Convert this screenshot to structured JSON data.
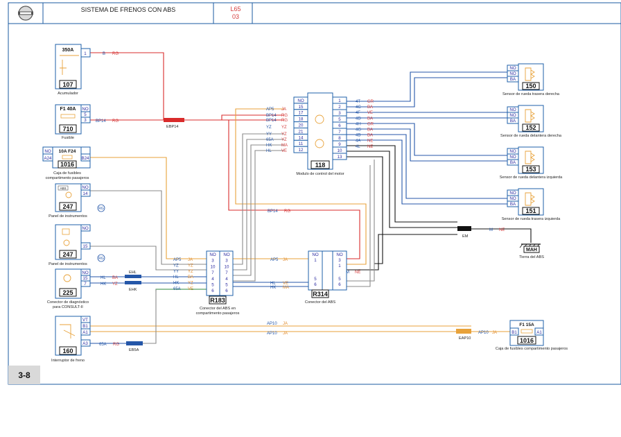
{
  "header": {
    "title": "SISTEMA DE FRENOS CON ABS",
    "code_line1": "L65",
    "code_line2": "03",
    "page_number": "3-8"
  },
  "colors": {
    "frame": "#1a5aa0",
    "wire_orange": "#e8a23a",
    "wire_red": "#d92b2b",
    "wire_blue": "#2456a8",
    "wire_black": "#111111",
    "wire_grey": "#8a8a8a",
    "wire_green": "#2c8a3b",
    "code_red": "#d43b3b"
  },
  "components": {
    "accum": {
      "num": "107",
      "label": "Acumulador",
      "fuse": "350A",
      "pins": [
        "1"
      ]
    },
    "fuse710": {
      "num": "710",
      "label": "Fusible",
      "head": "F1  40A",
      "pins": [
        "NO",
        "5",
        "3"
      ]
    },
    "fusebox1016": {
      "num": "1016",
      "label1": "Caja de fusibles",
      "label2": "compartimento pasajeros",
      "head": "10A  F24",
      "pins": [
        "NO",
        "A24",
        "B24"
      ]
    },
    "panel247a": {
      "num": "247",
      "label": "Panel de instrumentos",
      "tag": "ABS",
      "pins": [
        "NO",
        "14"
      ]
    },
    "panel247b": {
      "num": "247",
      "label": "Panel de instrumentos",
      "pins": [
        "NO",
        "15"
      ]
    },
    "diag225": {
      "num": "225",
      "label1": "Conector de diagnóstico",
      "label2": "para CONSULT-II",
      "pins": [
        "NO",
        "15",
        "7"
      ]
    },
    "brake160": {
      "num": "160",
      "label": "Interruptor de freno",
      "pins": [
        "VT",
        "B1",
        "A1",
        "A3"
      ]
    },
    "ecu118": {
      "num": "118",
      "label": "Modulo de control del motor",
      "pins_left": [
        "NO",
        "15",
        "17",
        "18",
        "20",
        "21",
        "14",
        "11",
        "12"
      ],
      "pins_right": [
        "1",
        "2",
        "3",
        "5",
        "6",
        "7",
        "8",
        "9",
        "10",
        "13"
      ]
    },
    "conn183": {
      "num": "R183",
      "label1": "Conector del ABS en",
      "label2": "compartimento pasajeros",
      "pins_left": [
        "NO",
        "3",
        "10",
        "7",
        "4",
        "5",
        "6"
      ],
      "pins_right": [
        "NO",
        "3",
        "10",
        "7",
        "4",
        "5",
        "6"
      ]
    },
    "conn314": {
      "num": "R314",
      "label": "Conector del ABS",
      "pins_left": [
        "NO",
        "1",
        "5",
        "6"
      ],
      "pins_right": [
        "NO",
        "3",
        "1",
        "5",
        "6"
      ]
    },
    "s150": {
      "num": "150",
      "label": "Sensor de rueda trasera derecha",
      "pins": [
        "NO",
        "NO",
        "BA"
      ]
    },
    "s152": {
      "num": "152",
      "label": "Sensor de rueda delantera derecha",
      "pins": [
        "NO",
        "NO",
        "BA"
      ]
    },
    "s153": {
      "num": "153",
      "label": "Sensor de rueda delantera izquierda",
      "pins": [
        "NO",
        "NO",
        "BA"
      ]
    },
    "s151": {
      "num": "151",
      "label": "Sensor de rueda trasera izquierda",
      "pins": [
        "NO",
        "NO",
        "BA"
      ]
    },
    "ground": {
      "num": "MAH",
      "label": "Tierra del ABS"
    },
    "fusebox1016b": {
      "num": "1016",
      "label": "Caja de fusibles compartimento pasajeros",
      "head": "F1  15A",
      "pins": [
        "B1",
        "A1"
      ]
    }
  },
  "splices": {
    "sp1": "EBP14",
    "sp2": "EHL",
    "sp3": "EHK",
    "sp4": "EB5A",
    "sp5": "EAP10",
    "sp6": "EM",
    "glyph_a": "RG",
    "glyph_b": "RG"
  },
  "wires": {
    "accum_out": {
      "code": "B",
      "color": "RG"
    },
    "fuse_out": {
      "code": "BP14",
      "color": "RG"
    },
    "bp14_mid": {
      "code": "BP14",
      "color": "RG"
    },
    "ecu_l": [
      {
        "code": "AP5",
        "color": "JA"
      },
      {
        "code": "BP14",
        "color": "RG"
      },
      {
        "code": "BP14",
        "color": "RG"
      },
      {
        "code": "YZ",
        "color": "YZ"
      },
      {
        "code": "YY",
        "color": "YZ"
      },
      {
        "code": "65A",
        "color": "YZ"
      },
      {
        "code": "HK",
        "color": "MA"
      },
      {
        "code": "HL",
        "color": "VE"
      }
    ],
    "ecu_r": [
      {
        "code": "4T",
        "color": "GR"
      },
      {
        "code": "4C",
        "color": "BA"
      },
      {
        "code": "4F",
        "color": "VE"
      },
      {
        "code": "4D",
        "color": "BA"
      },
      {
        "code": "4H",
        "color": "GR"
      },
      {
        "code": "4G",
        "color": "BA"
      },
      {
        "code": "4B",
        "color": "BA"
      },
      {
        "code": "4A",
        "color": "NE"
      },
      {
        "code": "4L",
        "color": "NE"
      }
    ],
    "c183_l": [
      {
        "code": "AP5",
        "color": "JA"
      },
      {
        "code": "YZ",
        "color": "YZ"
      },
      {
        "code": "YY",
        "color": "YZ"
      },
      {
        "code": "HL",
        "color": "BA"
      },
      {
        "code": "HK",
        "color": "YZ"
      },
      {
        "code": "65A",
        "color": "VE"
      }
    ],
    "c183_r": [
      {
        "code": "AP5",
        "color": "JA"
      },
      {
        "code": "HL",
        "color": "VE"
      },
      {
        "code": "HK",
        "color": "MA"
      }
    ],
    "c314_r": {
      "code": "M",
      "color": "NE"
    },
    "diag": [
      {
        "code": "HL",
        "color": "BA"
      },
      {
        "code": "HK",
        "color": "YZ"
      }
    ],
    "brake": [
      {
        "code": "AP10",
        "color": "JA"
      },
      {
        "code": "AP10",
        "color": "JA"
      },
      {
        "code": "65A",
        "color": "RG"
      }
    ],
    "eap10": {
      "code": "AP10",
      "color": "JA"
    },
    "ground_w": {
      "code": "M",
      "color": "NE"
    }
  }
}
